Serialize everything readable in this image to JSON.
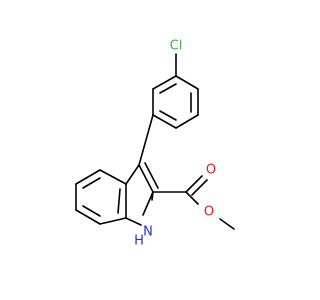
{
  "molecule": {
    "atoms": [
      {
        "id": "cl",
        "symbol": "Cl",
        "label": "Cl",
        "color": "#3cb43c"
      },
      {
        "id": "o_carbonyl",
        "symbol": "O",
        "label": "O",
        "color": "#e02020"
      },
      {
        "id": "o_ester",
        "symbol": "O",
        "label": "O",
        "color": "#e02020"
      },
      {
        "id": "n",
        "symbol": "N",
        "label": "N",
        "color": "#2030e0"
      },
      {
        "id": "h",
        "symbol": "H",
        "label": "H",
        "color": "#2030e0"
      }
    ],
    "bond_color": "#000000"
  }
}
